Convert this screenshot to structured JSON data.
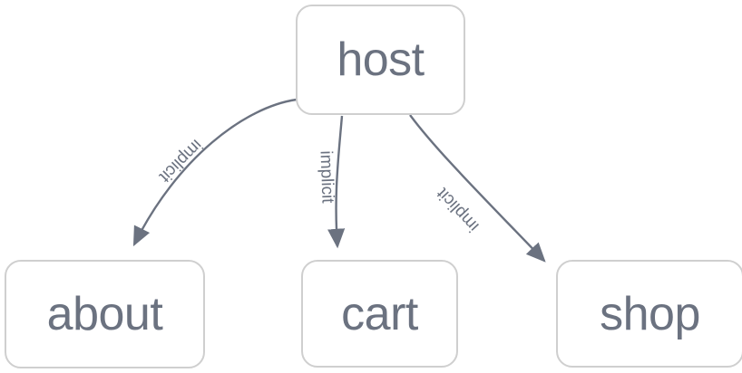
{
  "diagram": {
    "type": "directed-graph",
    "background_color": "#ffffff",
    "node_border_color": "#cfcfcf",
    "node_fill_color": "#ffffff",
    "text_color": "#6b7280",
    "edge_color": "#6b7280",
    "nodes": [
      {
        "id": "host",
        "label": "host"
      },
      {
        "id": "about",
        "label": "about"
      },
      {
        "id": "cart",
        "label": "cart"
      },
      {
        "id": "shop",
        "label": "shop"
      }
    ],
    "edges": [
      {
        "from": "host",
        "to": "about",
        "label": "implicit"
      },
      {
        "from": "host",
        "to": "cart",
        "label": "implicit"
      },
      {
        "from": "host",
        "to": "shop",
        "label": "implicit"
      }
    ]
  }
}
